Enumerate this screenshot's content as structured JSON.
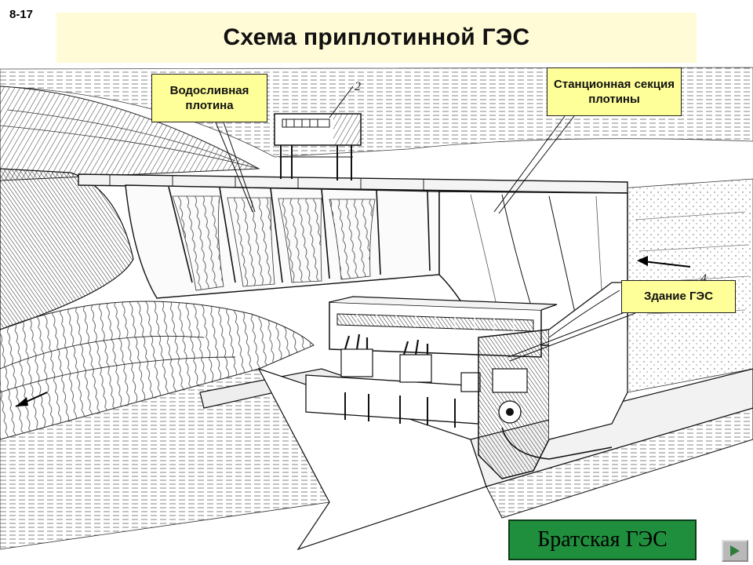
{
  "slide": {
    "number": "8-17"
  },
  "title": "Схема приплотинной ГЭС",
  "labels": {
    "spillway_dam": "Водосливная плотина",
    "station_section": "Станционная секция плотины",
    "power_house": "Здание ГЭС"
  },
  "drawing_numbers": {
    "crane": "2",
    "headwater": "4"
  },
  "caption": "Братская ГЭС",
  "nav": {
    "icon": "play-arrow-icon"
  },
  "colors": {
    "title_band": "#fffbd6",
    "callout_fill": "#ffff99",
    "caption_fill": "#1f8f3e",
    "nav_arrow": "#2d7d3a"
  }
}
